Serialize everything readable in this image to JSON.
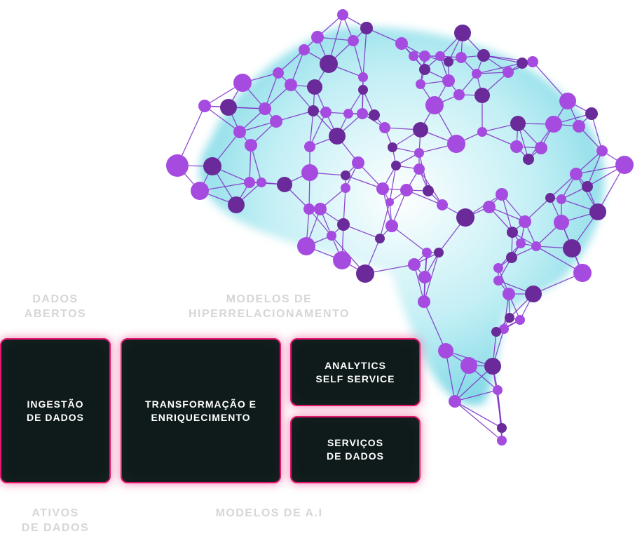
{
  "captions": {
    "dados_abertos": [
      "DADOS",
      "ABERTOS"
    ],
    "modelos_hiper": [
      "MODELOS DE",
      "HIPERRELACIONAMENTO"
    ],
    "ativos_dados": [
      "ATIVOS",
      "DE DADOS"
    ],
    "modelos_ai": [
      "MODELOS DE A.I"
    ]
  },
  "boxes": {
    "ingestao": [
      "INGESTÃO",
      "DE DADOS"
    ],
    "transformacao": [
      "TRANSFORMAÇÃO E",
      "ENRIQUECIMENTO"
    ],
    "analytics": [
      "ANALYTICS",
      "SELF SERVICE"
    ],
    "servicos": [
      "SERVIÇOS",
      "DE DADOS"
    ]
  },
  "colors": {
    "brain_fill": "#7ad9e6",
    "edge": "#7a2ec4",
    "node_light": "#a64be0",
    "node_dark": "#6a2a9a",
    "box_bg": "#0f1a1b",
    "box_border": "#e5186f",
    "caption": "#d6d6d6"
  }
}
